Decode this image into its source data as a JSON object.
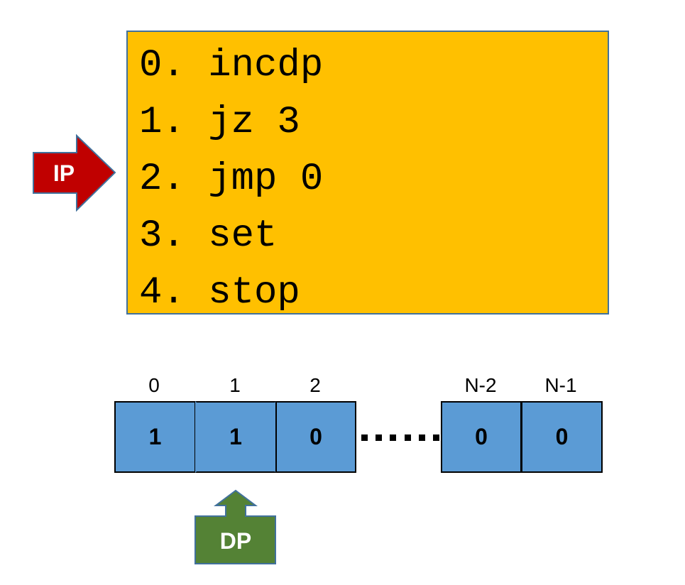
{
  "program": {
    "instructions": [
      "0. incdp",
      "1. jz 3",
      "2. jmp 0",
      "3. set",
      "4. stop"
    ],
    "background": "#FFC000",
    "border": "#41719C"
  },
  "instruction_pointer": {
    "label": "IP",
    "color": "#C00000",
    "points_to_index": 2
  },
  "tape": {
    "cell_color": "#5B9BD5",
    "cells": [
      {
        "index": "0",
        "value": "1"
      },
      {
        "index": "1",
        "value": "1"
      },
      {
        "index": "2",
        "value": "0"
      },
      {
        "index": "N-2",
        "value": "0"
      },
      {
        "index": "N-1",
        "value": "0"
      }
    ]
  },
  "data_pointer": {
    "label": "DP",
    "color": "#548235",
    "points_to_index": 1
  }
}
